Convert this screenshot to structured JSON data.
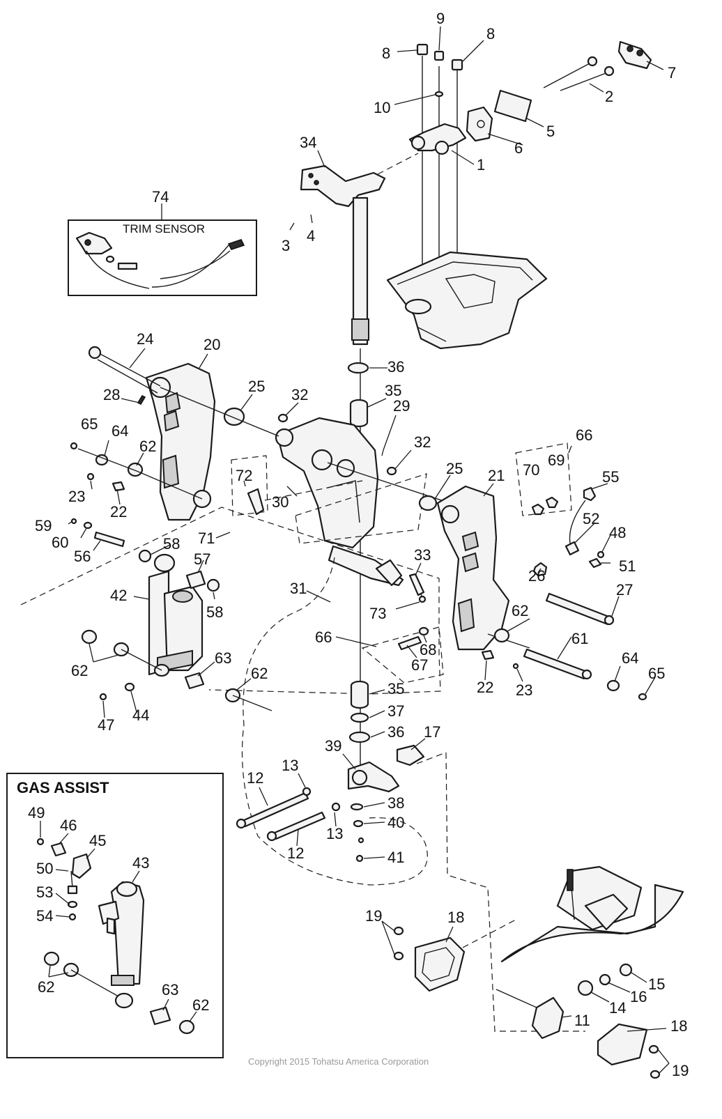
{
  "trim_sensor_title": "TRIM SENSOR",
  "gas_assist_title": "GAS ASSIST",
  "copyright": "Copyright 2015 Tohatsu America Corporation",
  "callouts": [
    {
      "id": "c9",
      "text": "9"
    },
    {
      "id": "c8a",
      "text": "8"
    },
    {
      "id": "c8b",
      "text": "8"
    },
    {
      "id": "c7",
      "text": "7"
    },
    {
      "id": "c2",
      "text": "2"
    },
    {
      "id": "c10",
      "text": "10"
    },
    {
      "id": "c5",
      "text": "5"
    },
    {
      "id": "c6",
      "text": "6"
    },
    {
      "id": "c1",
      "text": "1"
    },
    {
      "id": "c34",
      "text": "34"
    },
    {
      "id": "c74",
      "text": "74"
    },
    {
      "id": "c4",
      "text": "4"
    },
    {
      "id": "c3",
      "text": "3"
    },
    {
      "id": "c24",
      "text": "24"
    },
    {
      "id": "c20",
      "text": "20"
    },
    {
      "id": "c36a",
      "text": "36"
    },
    {
      "id": "c25a",
      "text": "25"
    },
    {
      "id": "c35a",
      "text": "35"
    },
    {
      "id": "c28",
      "text": "28"
    },
    {
      "id": "c32a",
      "text": "32"
    },
    {
      "id": "c29",
      "text": "29"
    },
    {
      "id": "c65a",
      "text": "65"
    },
    {
      "id": "c64a",
      "text": "64"
    },
    {
      "id": "c62a",
      "text": "62"
    },
    {
      "id": "c32b",
      "text": "32"
    },
    {
      "id": "c66a",
      "text": "66"
    },
    {
      "id": "c72",
      "text": "72"
    },
    {
      "id": "c70",
      "text": "70"
    },
    {
      "id": "c69",
      "text": "69"
    },
    {
      "id": "c25b",
      "text": "25"
    },
    {
      "id": "c21",
      "text": "21"
    },
    {
      "id": "c55",
      "text": "55"
    },
    {
      "id": "c23a",
      "text": "23"
    },
    {
      "id": "c30",
      "text": "30"
    },
    {
      "id": "c22a",
      "text": "22"
    },
    {
      "id": "c52",
      "text": "52"
    },
    {
      "id": "c59",
      "text": "59"
    },
    {
      "id": "c48",
      "text": "48"
    },
    {
      "id": "c60",
      "text": "60"
    },
    {
      "id": "c71",
      "text": "71"
    },
    {
      "id": "c56",
      "text": "56"
    },
    {
      "id": "c51",
      "text": "51"
    },
    {
      "id": "c58a",
      "text": "58"
    },
    {
      "id": "c26",
      "text": "26"
    },
    {
      "id": "c57",
      "text": "57"
    },
    {
      "id": "c33",
      "text": "33"
    },
    {
      "id": "c42",
      "text": "42"
    },
    {
      "id": "c31",
      "text": "31"
    },
    {
      "id": "c58b",
      "text": "58"
    },
    {
      "id": "c27",
      "text": "27"
    },
    {
      "id": "c73",
      "text": "73"
    },
    {
      "id": "c62b",
      "text": "62"
    },
    {
      "id": "c61",
      "text": "61"
    },
    {
      "id": "c66b",
      "text": "66"
    },
    {
      "id": "c68",
      "text": "68"
    },
    {
      "id": "c62c",
      "text": "62"
    },
    {
      "id": "c63a",
      "text": "63"
    },
    {
      "id": "c67",
      "text": "67"
    },
    {
      "id": "c64b",
      "text": "64"
    },
    {
      "id": "c62d",
      "text": "62"
    },
    {
      "id": "c65b",
      "text": "65"
    },
    {
      "id": "c22b",
      "text": "22"
    },
    {
      "id": "c23b",
      "text": "23"
    },
    {
      "id": "c47",
      "text": "47"
    },
    {
      "id": "c44",
      "text": "44"
    },
    {
      "id": "c35b",
      "text": "35"
    },
    {
      "id": "c37",
      "text": "37"
    },
    {
      "id": "c36b",
      "text": "36"
    },
    {
      "id": "c17",
      "text": "17"
    },
    {
      "id": "c39",
      "text": "39"
    },
    {
      "id": "c12a",
      "text": "12"
    },
    {
      "id": "c13a",
      "text": "13"
    },
    {
      "id": "c38",
      "text": "38"
    },
    {
      "id": "c49",
      "text": "49"
    },
    {
      "id": "c46",
      "text": "46"
    },
    {
      "id": "c40",
      "text": "40"
    },
    {
      "id": "c13b",
      "text": "13"
    },
    {
      "id": "c45",
      "text": "45"
    },
    {
      "id": "c43",
      "text": "43"
    },
    {
      "id": "c12b",
      "text": "12"
    },
    {
      "id": "c41",
      "text": "41"
    },
    {
      "id": "c50",
      "text": "50"
    },
    {
      "id": "c53",
      "text": "53"
    },
    {
      "id": "c54",
      "text": "54"
    },
    {
      "id": "c19a",
      "text": "19"
    },
    {
      "id": "c18a",
      "text": "18"
    },
    {
      "id": "c15",
      "text": "15"
    },
    {
      "id": "c16",
      "text": "16"
    },
    {
      "id": "c14",
      "text": "14"
    },
    {
      "id": "c62e",
      "text": "62"
    },
    {
      "id": "c63b",
      "text": "63"
    },
    {
      "id": "c62f",
      "text": "62"
    },
    {
      "id": "c11",
      "text": "11"
    },
    {
      "id": "c18b",
      "text": "18"
    },
    {
      "id": "c19b",
      "text": "19"
    }
  ]
}
